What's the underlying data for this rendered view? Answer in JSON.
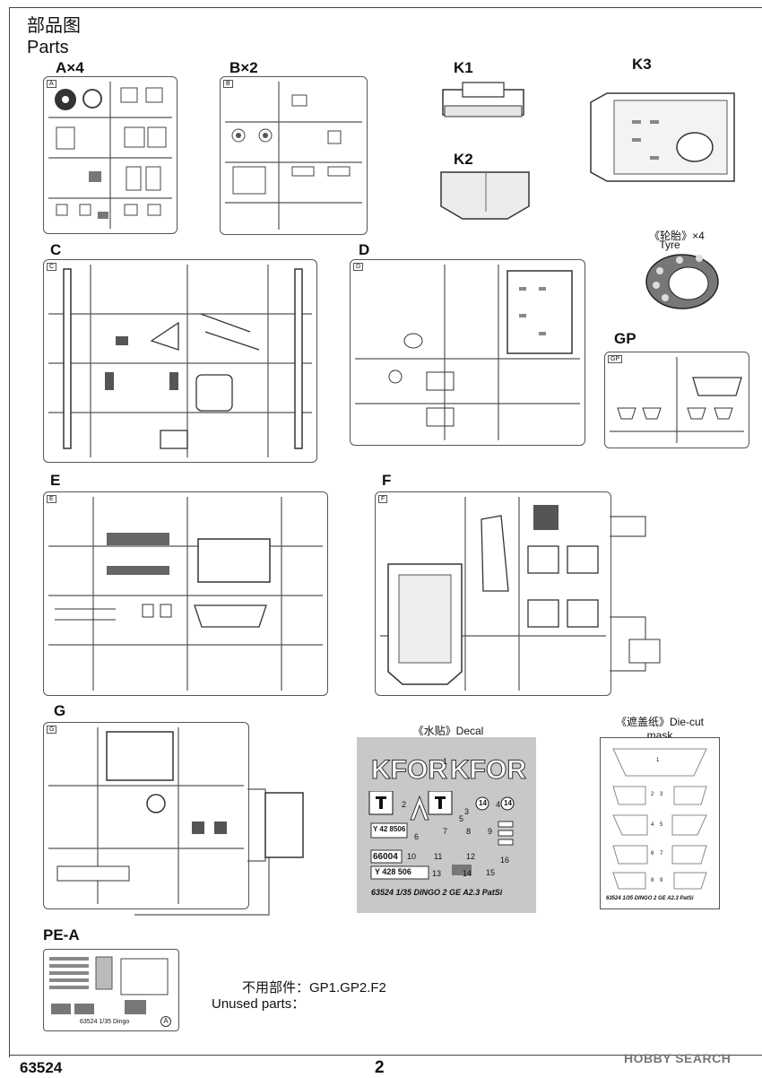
{
  "header": {
    "title_cn": "部品图",
    "title_en": "Parts"
  },
  "sprues": {
    "a": "A×4",
    "b": "B×2",
    "k1": "K1",
    "k2": "K2",
    "k3": "K3",
    "c": "C",
    "d": "D",
    "gp": "GP",
    "e": "E",
    "f": "F",
    "g": "G",
    "pea": "PE-A",
    "tab_a": "A",
    "tab_b": "B",
    "tab_c": "C",
    "tab_d": "D",
    "tab_gp": "GP",
    "tab_e": "E",
    "tab_f": "F",
    "tab_g": "G"
  },
  "tyre": {
    "label_cn": "《轮胎》×4",
    "label_en": "Tyre"
  },
  "decal": {
    "caption": "《水贴》Decal",
    "kfor1": "KFOR",
    "kfor2": "KFOR",
    "plate1": "Y 42 8506",
    "plate2": "66004",
    "plate3": "Y 428 506",
    "numbers": [
      "1",
      "2",
      "3",
      "4",
      "5",
      "6",
      "7",
      "8",
      "9",
      "10",
      "11",
      "12",
      "13",
      "14",
      "15",
      "16"
    ],
    "badge": "14",
    "footer": "63524 1/35 DINGO 2 GE A2.3 PatSi"
  },
  "mask": {
    "caption": "《遮盖纸》Die-cut mask",
    "numbers": [
      "1",
      "2",
      "3",
      "4",
      "5",
      "6",
      "7",
      "8",
      "9"
    ],
    "footer": "63524 1/35 DINGO 2 GE A2.3 PatSi"
  },
  "pe": {
    "footer": "63524   1/35 Dingo",
    "marker": "A"
  },
  "unused": {
    "cn": "不用部件：GP1.GP2.F2",
    "en": "Unused parts："
  },
  "page": {
    "code": "63524",
    "number": "2"
  },
  "watermark": "HOBBY SEARCH"
}
